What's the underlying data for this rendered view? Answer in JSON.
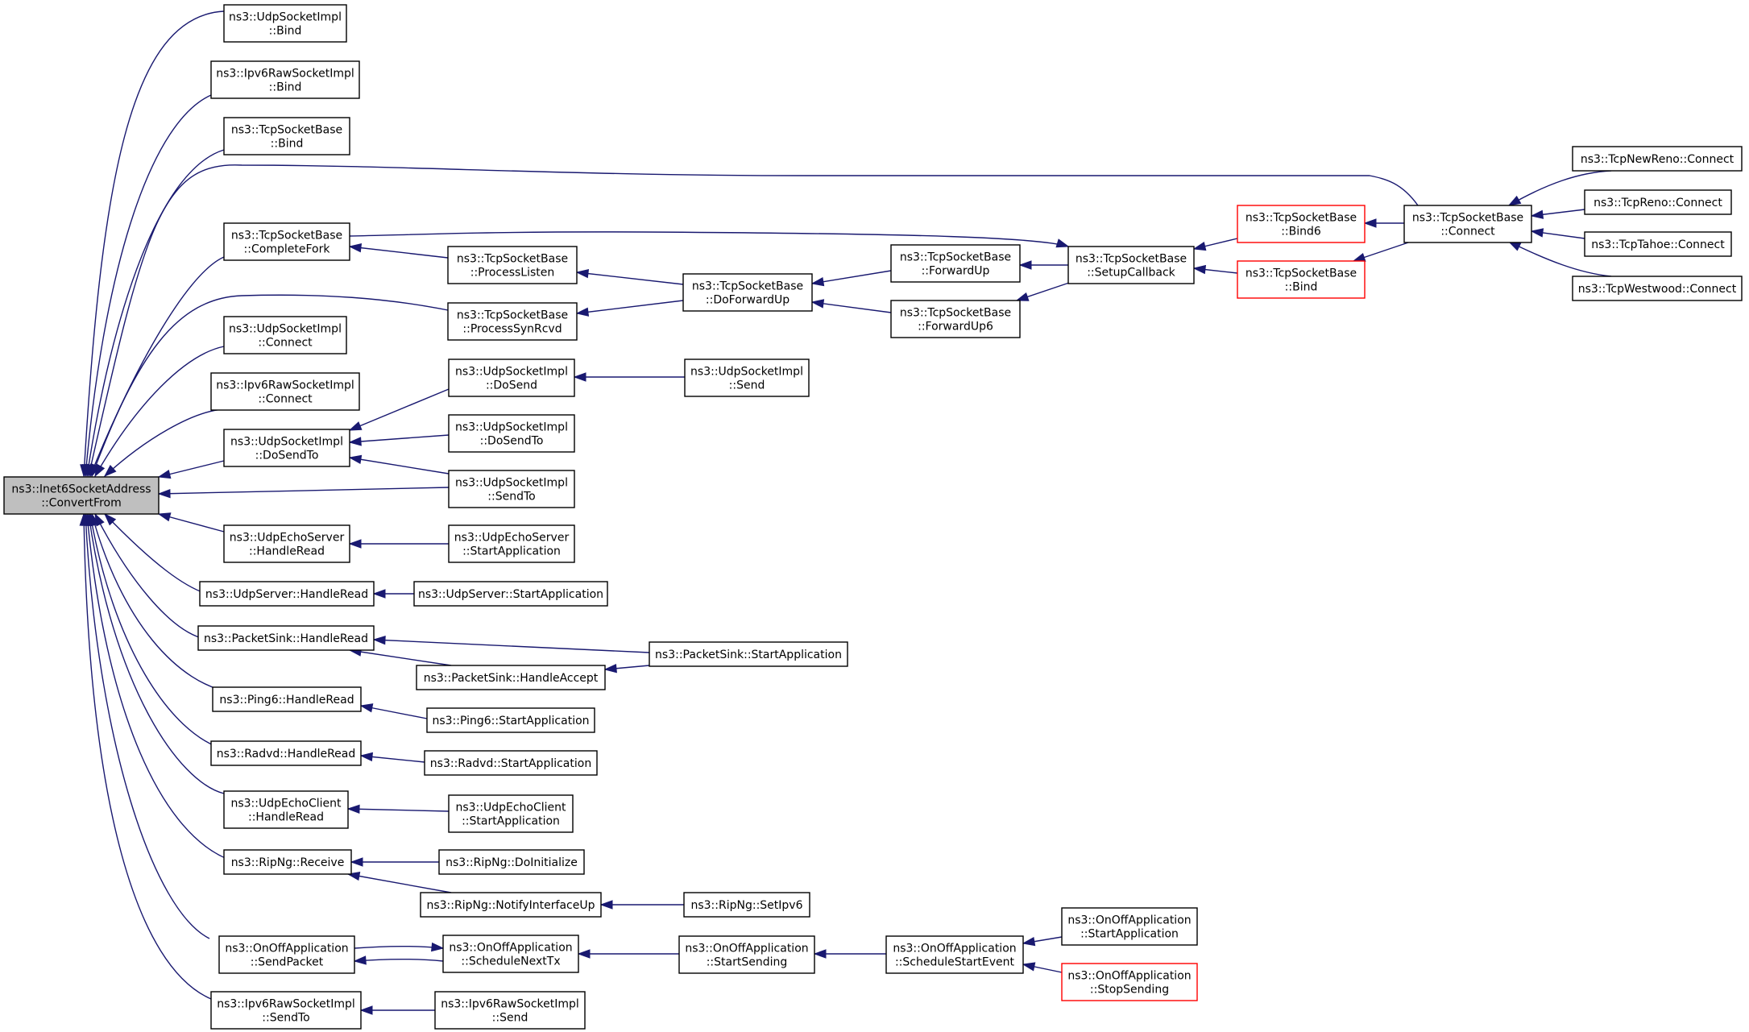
{
  "colors": {
    "edge": "#191970",
    "border_normal": "#000000",
    "border_truncated": "#ff0000",
    "focus_fill": "#bfbfbf",
    "fill": "#ffffff"
  },
  "nodes": [
    {
      "id": "root",
      "lines": [
        "ns3::Inet6SocketAddress",
        "::ConvertFrom"
      ],
      "focus": true
    },
    {
      "id": "udp_bind",
      "lines": [
        "ns3::UdpSocketImpl",
        "::Bind"
      ]
    },
    {
      "id": "ipv6raw_bind",
      "lines": [
        "ns3::Ipv6RawSocketImpl",
        "::Bind"
      ]
    },
    {
      "id": "tcp_bind",
      "lines": [
        "ns3::TcpSocketBase",
        "::Bind"
      ]
    },
    {
      "id": "tcp_completefork",
      "lines": [
        "ns3::TcpSocketBase",
        "::CompleteFork"
      ]
    },
    {
      "id": "udp_connect",
      "lines": [
        "ns3::UdpSocketImpl",
        "::Connect"
      ]
    },
    {
      "id": "ipv6raw_connect",
      "lines": [
        "ns3::Ipv6RawSocketImpl",
        "::Connect"
      ]
    },
    {
      "id": "udp_dosendto",
      "lines": [
        "ns3::UdpSocketImpl",
        "::DoSendTo"
      ]
    },
    {
      "id": "udpechoserver_handleread",
      "lines": [
        "ns3::UdpEchoServer",
        "::HandleRead"
      ]
    },
    {
      "id": "udpserver_handleread",
      "lines": [
        "ns3::UdpServer::HandleRead"
      ]
    },
    {
      "id": "packetsink_handleread",
      "lines": [
        "ns3::PacketSink::HandleRead"
      ]
    },
    {
      "id": "ping6_handleread",
      "lines": [
        "ns3::Ping6::HandleRead"
      ]
    },
    {
      "id": "radvd_handleread",
      "lines": [
        "ns3::Radvd::HandleRead"
      ]
    },
    {
      "id": "udpechoclient_handleread",
      "lines": [
        "ns3::UdpEchoClient",
        "::HandleRead"
      ]
    },
    {
      "id": "ripng_receive",
      "lines": [
        "ns3::RipNg::Receive"
      ]
    },
    {
      "id": "onoff_sendpacket",
      "lines": [
        "ns3::OnOffApplication",
        "::SendPacket"
      ]
    },
    {
      "id": "ipv6raw_sendto",
      "lines": [
        "ns3::Ipv6RawSocketImpl",
        "::SendTo"
      ]
    },
    {
      "id": "tcp_processlisten",
      "lines": [
        "ns3::TcpSocketBase",
        "::ProcessListen"
      ]
    },
    {
      "id": "tcp_processsynrcvd",
      "lines": [
        "ns3::TcpSocketBase",
        "::ProcessSynRcvd"
      ]
    },
    {
      "id": "udp_dosend",
      "lines": [
        "ns3::UdpSocketImpl",
        "::DoSend"
      ]
    },
    {
      "id": "udp_dosendto2",
      "lines": [
        "ns3::UdpSocketImpl",
        "::DoSendTo"
      ]
    },
    {
      "id": "udp_sendto",
      "lines": [
        "ns3::UdpSocketImpl",
        "::SendTo"
      ]
    },
    {
      "id": "udpechoserver_start",
      "lines": [
        "ns3::UdpEchoServer",
        "::StartApplication"
      ]
    },
    {
      "id": "udpserver_start",
      "lines": [
        "ns3::UdpServer::StartApplication"
      ]
    },
    {
      "id": "packetsink_handleaccept",
      "lines": [
        "ns3::PacketSink::HandleAccept"
      ]
    },
    {
      "id": "packetsink_start",
      "lines": [
        "ns3::PacketSink::StartApplication"
      ]
    },
    {
      "id": "ping6_start",
      "lines": [
        "ns3::Ping6::StartApplication"
      ]
    },
    {
      "id": "radvd_start",
      "lines": [
        "ns3::Radvd::StartApplication"
      ]
    },
    {
      "id": "udpechoclient_start",
      "lines": [
        "ns3::UdpEchoClient",
        "::StartApplication"
      ]
    },
    {
      "id": "ripng_doinitialize",
      "lines": [
        "ns3::RipNg::DoInitialize"
      ]
    },
    {
      "id": "ripng_notifyinterfaceup",
      "lines": [
        "ns3::RipNg::NotifyInterfaceUp"
      ]
    },
    {
      "id": "ripng_setipv6",
      "lines": [
        "ns3::RipNg::SetIpv6"
      ]
    },
    {
      "id": "onoff_schedulenexttx",
      "lines": [
        "ns3::OnOffApplication",
        "::ScheduleNextTx"
      ]
    },
    {
      "id": "onoff_startsending",
      "lines": [
        "ns3::OnOffApplication",
        "::StartSending"
      ]
    },
    {
      "id": "onoff_schedulestartevent",
      "lines": [
        "ns3::OnOffApplication",
        "::ScheduleStartEvent"
      ]
    },
    {
      "id": "onoff_startapplication",
      "lines": [
        "ns3::OnOffApplication",
        "::StartApplication"
      ]
    },
    {
      "id": "onoff_stopsending",
      "lines": [
        "ns3::OnOffApplication",
        "::StopSending"
      ],
      "truncated": true
    },
    {
      "id": "ipv6raw_send",
      "lines": [
        "ns3::Ipv6RawSocketImpl",
        "::Send"
      ]
    },
    {
      "id": "udp_send",
      "lines": [
        "ns3::UdpSocketImpl",
        "::Send"
      ]
    },
    {
      "id": "tcp_doforwardup",
      "lines": [
        "ns3::TcpSocketBase",
        "::DoForwardUp"
      ]
    },
    {
      "id": "tcp_forwardup",
      "lines": [
        "ns3::TcpSocketBase",
        "::ForwardUp"
      ]
    },
    {
      "id": "tcp_forwardup6",
      "lines": [
        "ns3::TcpSocketBase",
        "::ForwardUp6"
      ]
    },
    {
      "id": "tcp_setupcallback",
      "lines": [
        "ns3::TcpSocketBase",
        "::SetupCallback"
      ]
    },
    {
      "id": "tcp_bind6",
      "lines": [
        "ns3::TcpSocketBase",
        "::Bind6"
      ],
      "truncated": true
    },
    {
      "id": "tcp_bind_red",
      "lines": [
        "ns3::TcpSocketBase",
        "::Bind"
      ],
      "truncated": true
    },
    {
      "id": "tcp_connect",
      "lines": [
        "ns3::TcpSocketBase",
        "::Connect"
      ]
    },
    {
      "id": "tcpnewreno_connect",
      "lines": [
        "ns3::TcpNewReno::Connect"
      ]
    },
    {
      "id": "tcpreno_connect",
      "lines": [
        "ns3::TcpReno::Connect"
      ]
    },
    {
      "id": "tcptahoe_connect",
      "lines": [
        "ns3::TcpTahoe::Connect"
      ]
    },
    {
      "id": "tcpwestwood_connect",
      "lines": [
        "ns3::TcpWestwood::Connect"
      ]
    }
  ],
  "edges": [
    {
      "from": "udp_bind",
      "to": "root"
    },
    {
      "from": "ipv6raw_bind",
      "to": "root"
    },
    {
      "from": "tcp_bind",
      "to": "root"
    },
    {
      "from": "tcp_connect",
      "to": "root"
    },
    {
      "from": "tcp_completefork",
      "to": "root"
    },
    {
      "from": "tcp_processsynrcvd",
      "to": "root"
    },
    {
      "from": "udp_connect",
      "to": "root"
    },
    {
      "from": "ipv6raw_connect",
      "to": "root"
    },
    {
      "from": "udp_dosendto",
      "to": "root"
    },
    {
      "from": "udp_sendto",
      "to": "root"
    },
    {
      "from": "udpechoserver_handleread",
      "to": "root"
    },
    {
      "from": "udpserver_handleread",
      "to": "root"
    },
    {
      "from": "packetsink_handleread",
      "to": "root"
    },
    {
      "from": "ping6_handleread",
      "to": "root"
    },
    {
      "from": "radvd_handleread",
      "to": "root"
    },
    {
      "from": "udpechoclient_handleread",
      "to": "root"
    },
    {
      "from": "ripng_receive",
      "to": "root"
    },
    {
      "from": "onoff_sendpacket",
      "to": "root"
    },
    {
      "from": "ipv6raw_sendto",
      "to": "root"
    },
    {
      "from": "tcp_processlisten",
      "to": "tcp_completefork"
    },
    {
      "from": "tcp_setupcallback",
      "to": "tcp_completefork"
    },
    {
      "from": "tcp_doforwardup",
      "to": "tcp_processlisten"
    },
    {
      "from": "tcp_doforwardup",
      "to": "tcp_processsynrcvd"
    },
    {
      "from": "tcp_forwardup",
      "to": "tcp_doforwardup"
    },
    {
      "from": "tcp_forwardup6",
      "to": "tcp_doforwardup"
    },
    {
      "from": "tcp_setupcallback",
      "to": "tcp_forwardup"
    },
    {
      "from": "tcp_setupcallback",
      "to": "tcp_forwardup6"
    },
    {
      "from": "tcp_bind6",
      "to": "tcp_setupcallback"
    },
    {
      "from": "tcp_bind_red",
      "to": "tcp_setupcallback"
    },
    {
      "from": "tcp_connect",
      "to": "tcp_bind6"
    },
    {
      "from": "tcp_connect",
      "to": "tcp_bind_red"
    },
    {
      "from": "tcpnewreno_connect",
      "to": "tcp_connect"
    },
    {
      "from": "tcpreno_connect",
      "to": "tcp_connect"
    },
    {
      "from": "tcptahoe_connect",
      "to": "tcp_connect"
    },
    {
      "from": "tcpwestwood_connect",
      "to": "tcp_connect"
    },
    {
      "from": "udp_dosend",
      "to": "udp_dosendto"
    },
    {
      "from": "udp_dosendto2",
      "to": "udp_dosendto"
    },
    {
      "from": "udp_sendto",
      "to": "udp_dosendto"
    },
    {
      "from": "udp_send",
      "to": "udp_dosend"
    },
    {
      "from": "udpechoserver_start",
      "to": "udpechoserver_handleread"
    },
    {
      "from": "udpserver_start",
      "to": "udpserver_handleread"
    },
    {
      "from": "packetsink_start",
      "to": "packetsink_handleread"
    },
    {
      "from": "packetsink_handleaccept",
      "to": "packetsink_handleread"
    },
    {
      "from": "packetsink_start",
      "to": "packetsink_handleaccept"
    },
    {
      "from": "ping6_start",
      "to": "ping6_handleread"
    },
    {
      "from": "radvd_start",
      "to": "radvd_handleread"
    },
    {
      "from": "udpechoclient_start",
      "to": "udpechoclient_handleread"
    },
    {
      "from": "ripng_doinitialize",
      "to": "ripng_receive"
    },
    {
      "from": "ripng_notifyinterfaceup",
      "to": "ripng_receive"
    },
    {
      "from": "ripng_setipv6",
      "to": "ripng_notifyinterfaceup"
    },
    {
      "from": "onoff_schedulenexttx",
      "to": "onoff_sendpacket"
    },
    {
      "from": "onoff_sendpacket",
      "to": "onoff_schedulenexttx"
    },
    {
      "from": "onoff_startsending",
      "to": "onoff_schedulenexttx"
    },
    {
      "from": "onoff_schedulestartevent",
      "to": "onoff_startsending"
    },
    {
      "from": "onoff_startapplication",
      "to": "onoff_schedulestartevent"
    },
    {
      "from": "onoff_stopsending",
      "to": "onoff_schedulestartevent"
    },
    {
      "from": "ipv6raw_send",
      "to": "ipv6raw_sendto"
    }
  ]
}
